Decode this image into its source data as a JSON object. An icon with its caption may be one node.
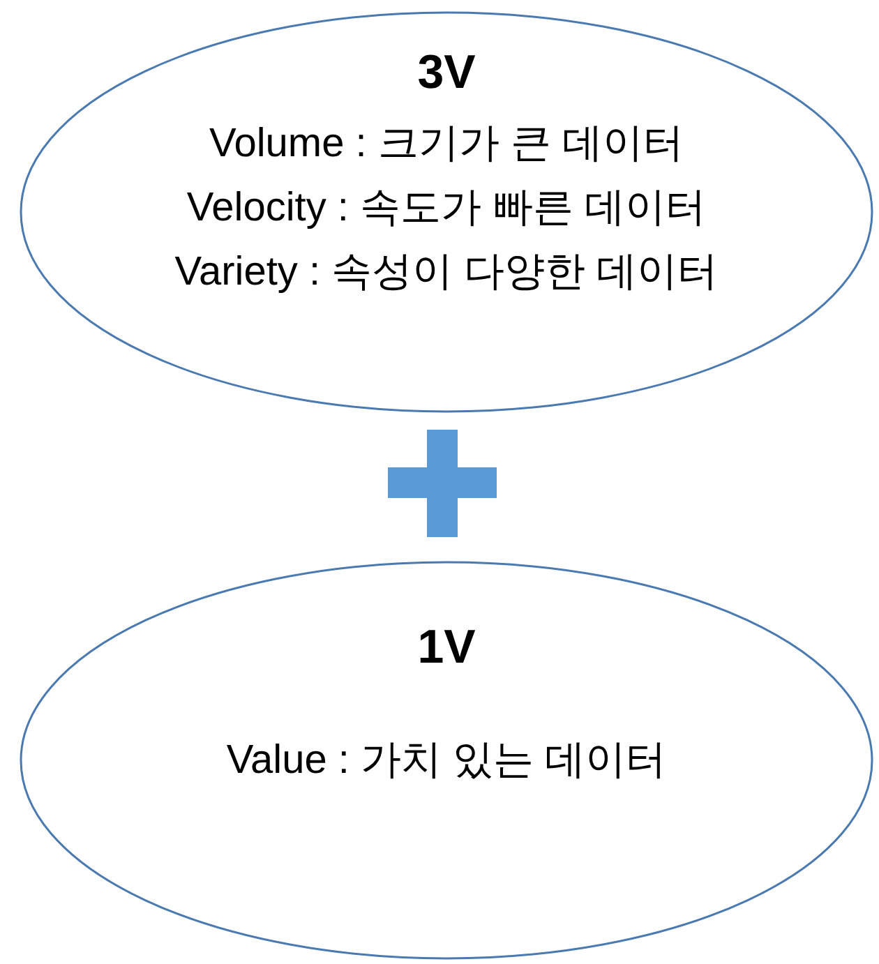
{
  "diagram": {
    "nodes": [
      {
        "text": [
          "3V",
          "Volume : 크기가 큰 데이터",
          "Velocity : 속도가 빠른 데이터",
          "Variety : 속성이 다양한 데이터"
        ]
      },
      {
        "text": [
          "1V",
          "Value : 가치 있는 데이터"
        ]
      }
    ]
  }
}
